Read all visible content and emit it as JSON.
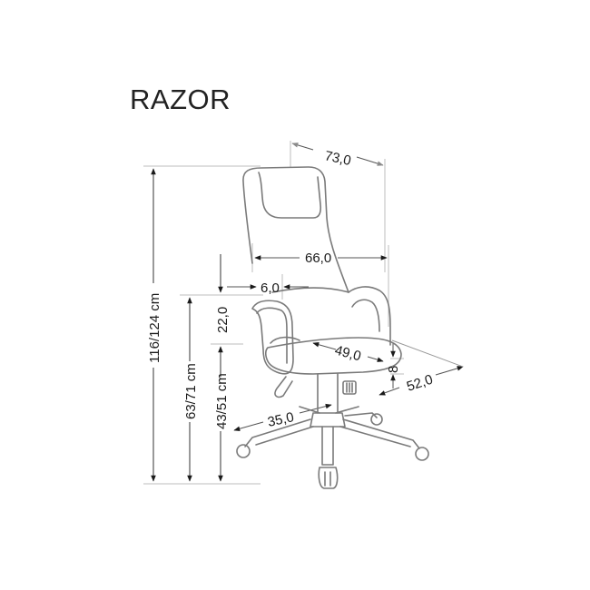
{
  "title": "RAZOR",
  "dimensions": {
    "overall_depth": "73,0",
    "width": "66,0",
    "armrest_offset": "6,0",
    "armrest_height": "22,0",
    "seat_depth": "49,0",
    "seat_thickness": "8",
    "seat_width": "52,0",
    "base_radius": "35,0",
    "total_height": "116/124 cm",
    "armrest_floor_height": "63/71 cm",
    "seat_height": "43/51 cm"
  },
  "colors": {
    "line": "#7a7a7a",
    "arrow": "#1a1a1a",
    "guide": "#bdbdbd",
    "text": "#1a1a1a"
  }
}
